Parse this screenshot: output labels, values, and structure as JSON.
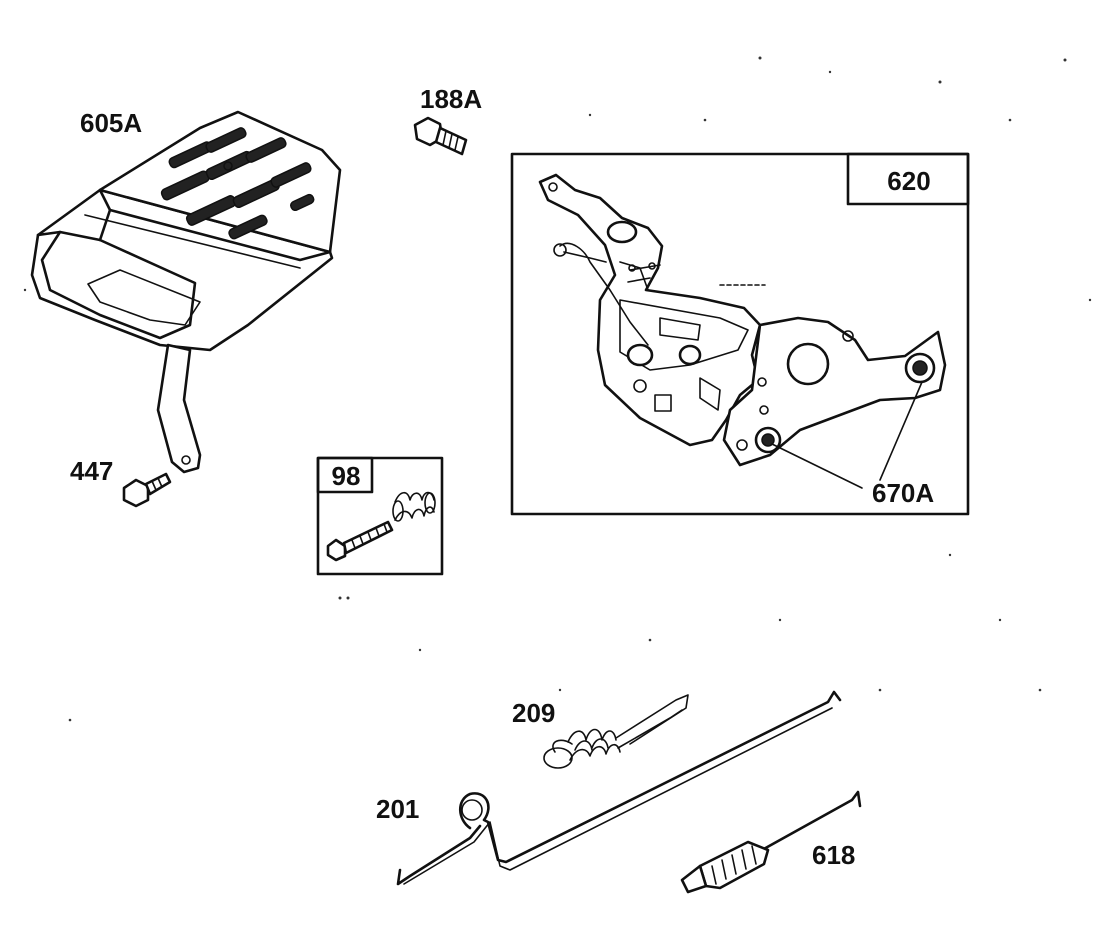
{
  "labels": {
    "part_605a": "605A",
    "part_188a": "188A",
    "part_620": "620",
    "part_447": "447",
    "part_98": "98",
    "part_670a": "670A",
    "part_209": "209",
    "part_201": "201",
    "part_618": "618"
  }
}
